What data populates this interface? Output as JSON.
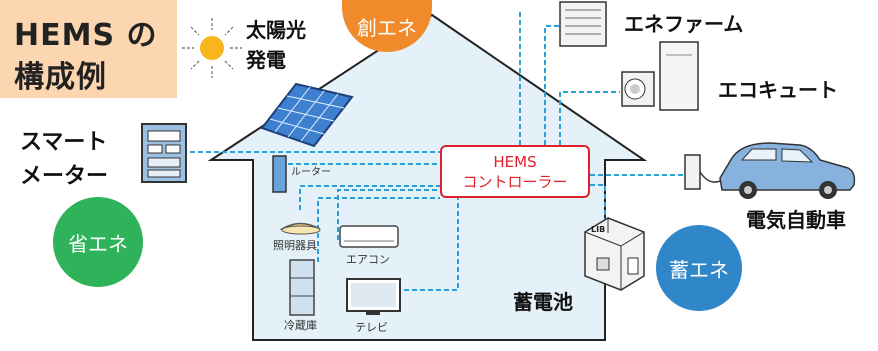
{
  "title": {
    "line1": "HEMS の",
    "line2": "構成例"
  },
  "generation": {
    "solar_label_line1": "太陽光",
    "solar_label_line2": "発電",
    "bubble": "創エネ"
  },
  "meter": {
    "label_line1": "スマート",
    "label_line2": "メーター"
  },
  "saving": {
    "bubble": "省エネ"
  },
  "storage_bubble": {
    "bubble": "蓄エネ"
  },
  "controller": {
    "line1": "HEMS",
    "line2": "コントローラー"
  },
  "devices": {
    "router": "ルーター",
    "lighting": "照明器具",
    "aircon": "エアコン",
    "fridge": "冷蔵庫",
    "tv": "テレビ",
    "battery_tag": "LIB"
  },
  "external": {
    "ene_farm": "エネファーム",
    "eco_cute": "エコキュート",
    "ev": "電気自動車",
    "battery": "蓄電池"
  },
  "colors": {
    "title_bg": "#fcd6b0",
    "house_fill": "#e4f1f8",
    "link_line": "#2aa1d8",
    "controller_border": "#e0202a",
    "create_bubble": "#f08a2a",
    "save_bubble": "#2fb35a",
    "store_bubble": "#2f86c8"
  }
}
